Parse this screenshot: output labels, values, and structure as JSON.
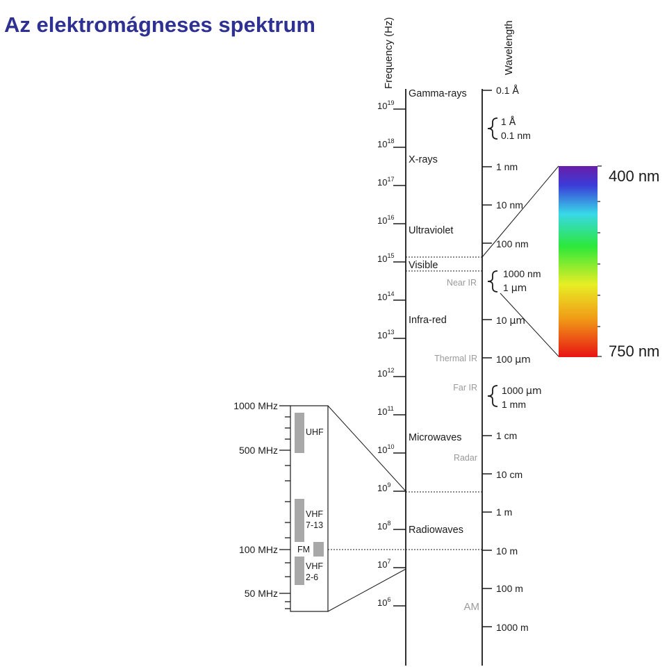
{
  "title": "Az elektromágneses spektrum",
  "axes": {
    "frequency_label": "Frequency (Hz)",
    "wavelength_label": "Wavelength"
  },
  "frequency_ticks": [
    {
      "base": "10",
      "exp": "19"
    },
    {
      "base": "10",
      "exp": "18"
    },
    {
      "base": "10",
      "exp": "17"
    },
    {
      "base": "10",
      "exp": "16"
    },
    {
      "base": "10",
      "exp": "15"
    },
    {
      "base": "10",
      "exp": "14"
    },
    {
      "base": "10",
      "exp": "13"
    },
    {
      "base": "10",
      "exp": "12"
    },
    {
      "base": "10",
      "exp": "11"
    },
    {
      "base": "10",
      "exp": "10"
    },
    {
      "base": "10",
      "exp": "9"
    },
    {
      "base": "10",
      "exp": "8"
    },
    {
      "base": "10",
      "exp": "7"
    },
    {
      "base": "10",
      "exp": "6"
    }
  ],
  "bands": [
    {
      "id": "gamma",
      "label": "Gamma-rays"
    },
    {
      "id": "xrays",
      "label": "X-rays"
    },
    {
      "id": "uv",
      "label": "Ultraviolet"
    },
    {
      "id": "visible",
      "label": "Visible"
    },
    {
      "id": "ir",
      "label": "Infra-red"
    },
    {
      "id": "microwaves",
      "label": "Microwaves"
    },
    {
      "id": "radiowaves",
      "label": "Radiowaves"
    }
  ],
  "sub_bands": [
    {
      "id": "near-ir",
      "label": "Near IR"
    },
    {
      "id": "thermal-ir",
      "label": "Thermal IR"
    },
    {
      "id": "far-ir",
      "label": "Far IR"
    },
    {
      "id": "radar",
      "label": "Radar"
    },
    {
      "id": "am",
      "label": "AM"
    }
  ],
  "wavelengths": {
    "ang01": {
      "num": "0.1",
      "unit": "Å"
    },
    "ang1": {
      "num": "1",
      "unit": "Å"
    },
    "nm01": "0.1 nm",
    "nm1": "1 nm",
    "nm10": "10 nm",
    "nm100": "100 nm",
    "nm1000": "1000 nm",
    "um1": {
      "num": "1",
      "unit": "μm"
    },
    "um10": {
      "num": "10",
      "unit": "μm"
    },
    "um100": {
      "num": "100",
      "unit": "μm"
    },
    "um1000": {
      "num": "1000",
      "unit": "μm"
    },
    "mm1": "1 mm",
    "cm1": "1 cm",
    "cm10": "10 cm",
    "m1": "1 m",
    "m10": "10 m",
    "m100": "100 m",
    "m1000": "1000 m"
  },
  "visible_bar": {
    "top_label": "400 nm",
    "bottom_label": "750 nm",
    "colors": [
      "#6a1ea8",
      "#3b3bd8",
      "#38d8e8",
      "#2ce83a",
      "#e8ee24",
      "#f09a16",
      "#e81414"
    ]
  },
  "radio_inset": {
    "labels": [
      "1000 MHz",
      "500 MHz",
      "100 MHz",
      "50 MHz"
    ],
    "bands": [
      {
        "id": "uhf",
        "label": "UHF"
      },
      {
        "id": "vhf-7-13",
        "lines": [
          "VHF",
          "7-13"
        ]
      },
      {
        "id": "fm",
        "label": "FM"
      },
      {
        "id": "vhf-2-6",
        "lines": [
          "VHF",
          "2-6"
        ]
      }
    ],
    "band_color": "#a8a8a8"
  },
  "colors": {
    "title": "#2e3192",
    "line": "#1a1a1a",
    "sub_label": "#9a9a9a"
  }
}
